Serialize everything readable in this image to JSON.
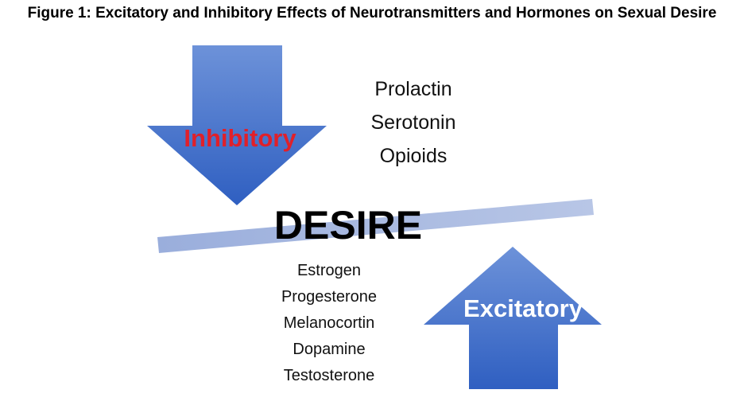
{
  "title": "Figure 1: Excitatory and Inhibitory Effects of Neurotransmitters and Hormones on Sexual Desire",
  "center_label": "DESIRE",
  "inhibitory": {
    "label": "Inhibitory",
    "label_color": "#e0202a",
    "items": [
      "Prolactin",
      "Serotonin",
      "Opioids"
    ]
  },
  "excitatory": {
    "label": "Excitatory",
    "label_color": "#ffffff",
    "items": [
      "Estrogen",
      "Progesterone",
      "Melanocortin",
      "Dopamine",
      "Testosterone"
    ]
  },
  "colors": {
    "arrow_top": "#5e86d4",
    "arrow_bottom": "#2f5fc1",
    "beam": "#aebde2"
  }
}
